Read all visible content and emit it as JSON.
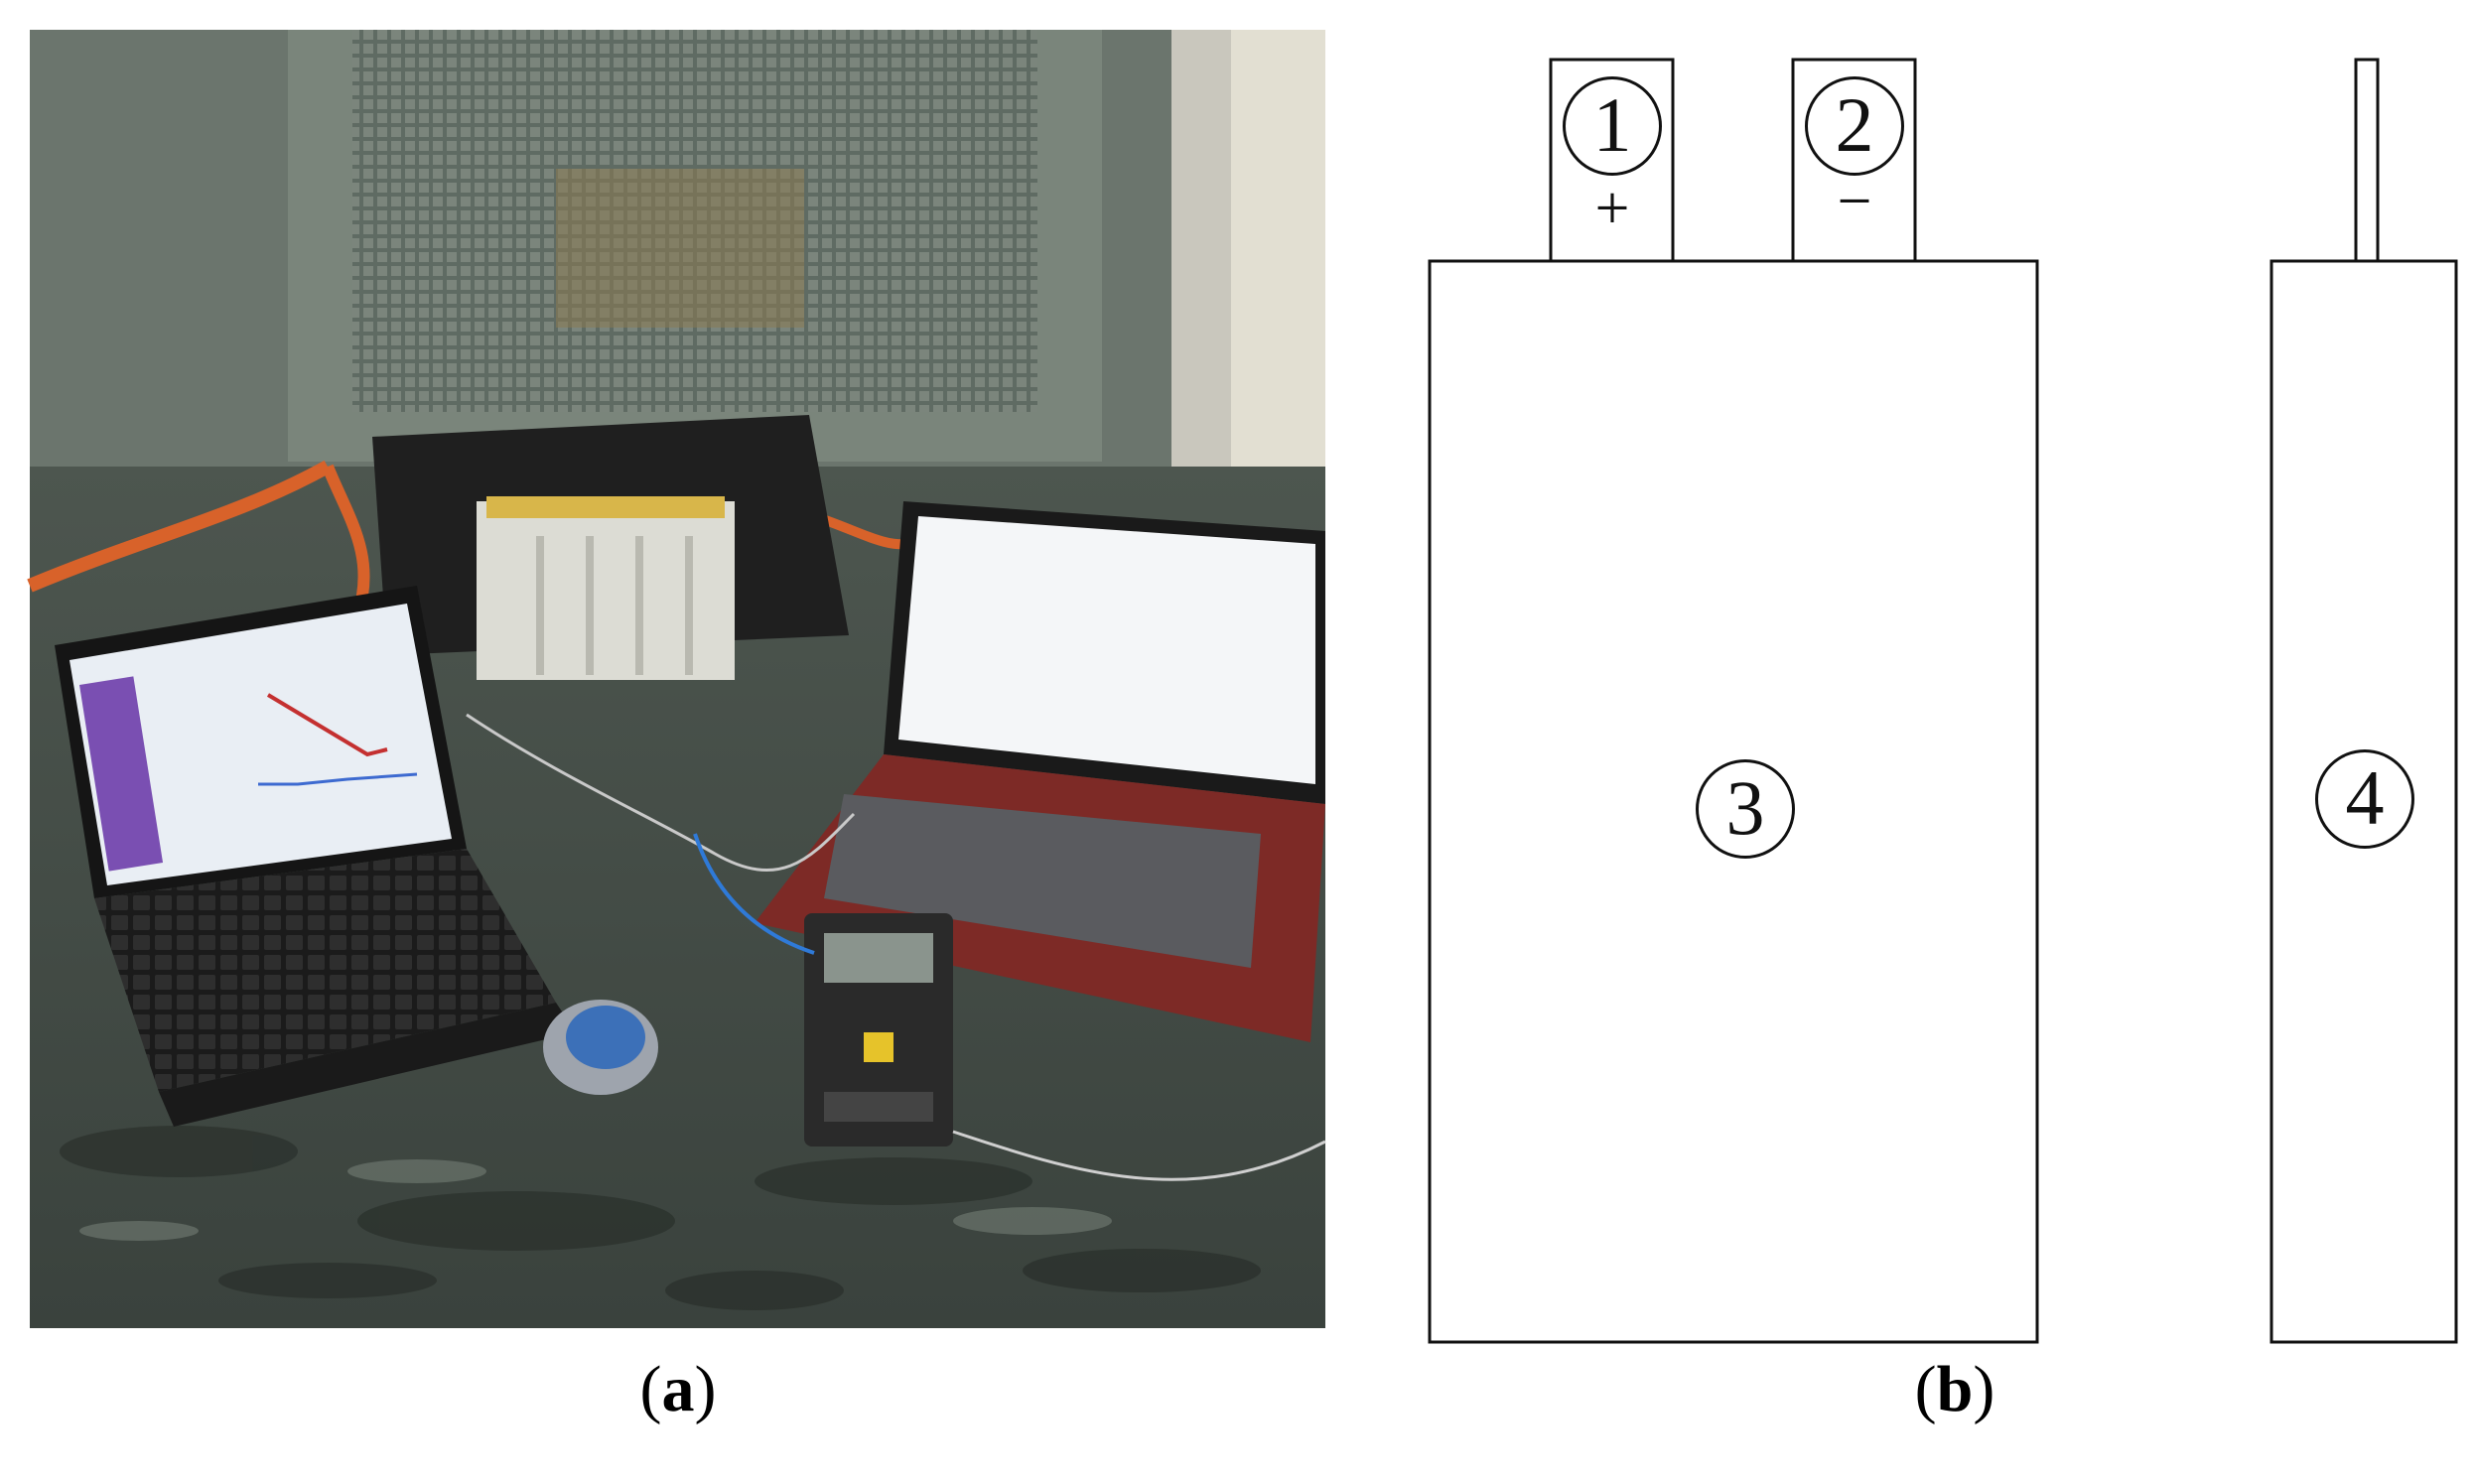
{
  "panel_a": {
    "caption_letter": "a",
    "scene": "photograph of lithium-ion pouch battery test setup in front of a thermal chamber with two laptops and a handheld thermometer"
  },
  "panel_b": {
    "caption_letter": "b",
    "labels": {
      "positive_tab": "1",
      "negative_tab": "2",
      "cell_body": "3",
      "side_view": "4"
    },
    "signs": {
      "positive": "+",
      "negative": "−"
    }
  },
  "colors": {
    "line": "#111111",
    "background": "#ffffff"
  }
}
